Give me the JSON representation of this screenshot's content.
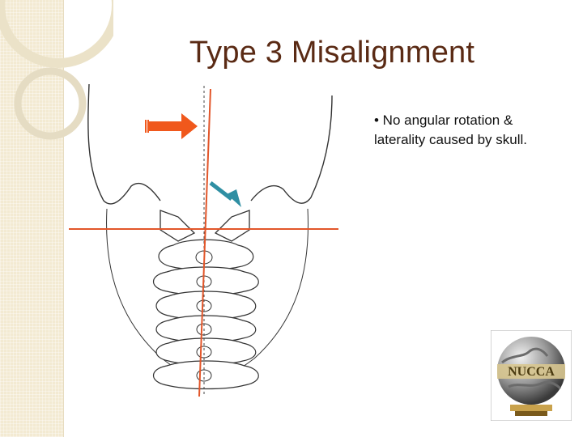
{
  "slide": {
    "title": "Type 3 Misalignment",
    "bullet": "• No angular rotation & laterality caused by skull."
  },
  "logo": {
    "text": "NUCCA"
  },
  "colors": {
    "title": "#5a2a14",
    "reference_line": "#e2562a",
    "arrow_orange": "#f0581c",
    "arrow_teal": "#2f8fa3",
    "strip": "#f3ead2"
  },
  "icons": [
    "arrow-right-icon",
    "arrow-diagonal-icon",
    "globe-logo-icon"
  ]
}
